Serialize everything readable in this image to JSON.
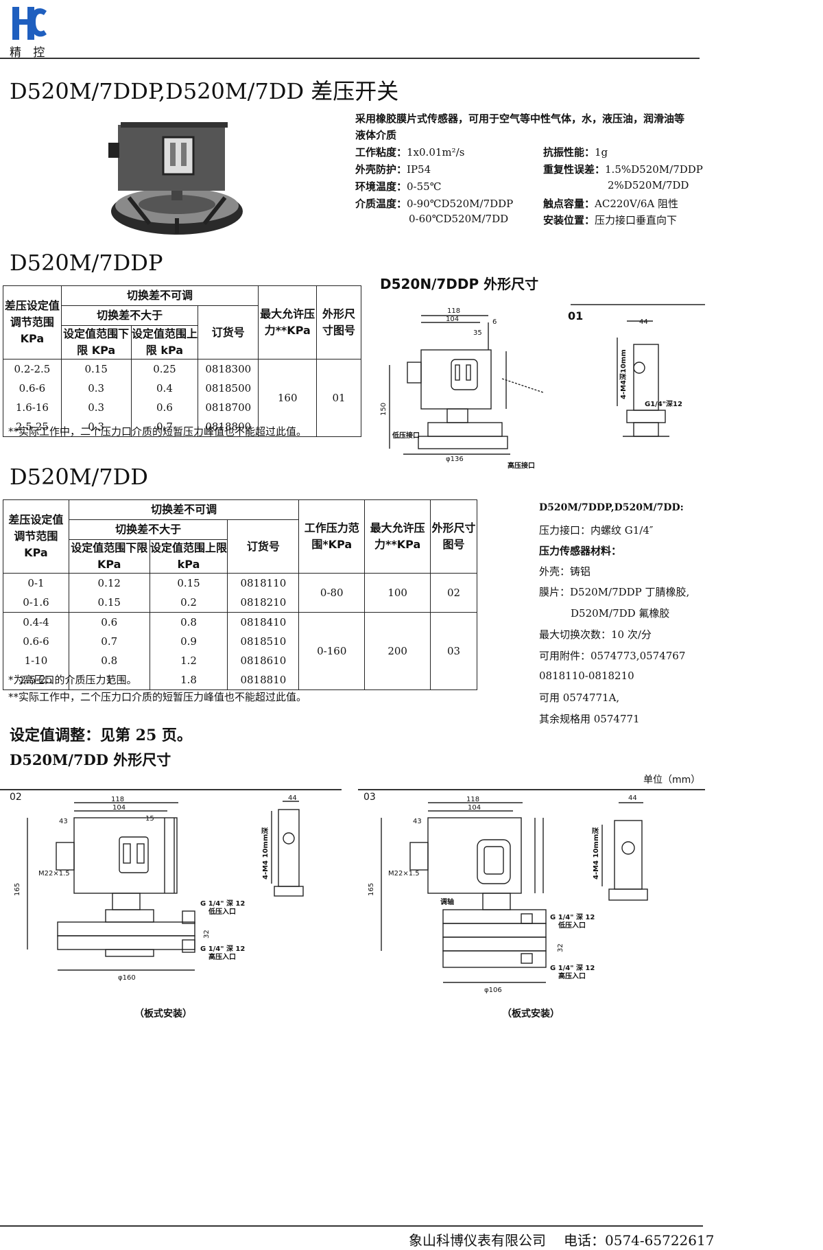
{
  "header": {
    "logo_text": "精 控",
    "title": "D520M/7DDP,D520M/7DD 差压开关"
  },
  "intro": {
    "line1": "采用橡胶膜片式传感器，可用于空气等中性气体，水，液压油，润滑油等",
    "line2": "液体介质",
    "specs": [
      {
        "label": "工作粘度：",
        "value": "1x0.01m²/s"
      },
      {
        "label": "外壳防护：",
        "value": "IP54"
      },
      {
        "label": "环境温度：",
        "value": "0-55℃"
      },
      {
        "label": "介质温度：",
        "value": "0-90℃D520M/7DDP"
      },
      {
        "label": "",
        "value": "0-60℃D520M/7DD"
      }
    ],
    "specs_right": [
      {
        "label": "抗振性能：",
        "value": "1g"
      },
      {
        "label": "重复性误差：",
        "value": "1.5%D520M/7DDP"
      },
      {
        "label": "",
        "value": "2%D520M/7DD"
      },
      {
        "label": "触点容量：",
        "value": "AC220V/6A 阻性"
      },
      {
        "label": "安装位置：",
        "value": "压力接口垂直向下"
      }
    ]
  },
  "section1": {
    "heading": "D520M/7DDP",
    "drawing_title": "D520N/7DDP 外形尺寸",
    "headers": {
      "range": "差压设定值调节范围 KPa",
      "switch_group": "切换差不可调",
      "switch_max": "切换差不大于",
      "lower": "设定值范围下限 KPa",
      "upper": "设定值范围上限 kPa",
      "order": "订货号",
      "max_pressure": "最大允许压力**KPa",
      "drawing": "外形尺寸图号"
    },
    "rows": [
      {
        "range": "0.2-2.5",
        "lower": "0.15",
        "upper": "0.25",
        "order": "0818300"
      },
      {
        "range": "0.6-6",
        "lower": "0.3",
        "upper": "0.4",
        "order": "0818500"
      },
      {
        "range": "1.6-16",
        "lower": "0.3",
        "upper": "0.6",
        "order": "0818700"
      },
      {
        "range": "2.5-25",
        "lower": "0.3",
        "upper": "0.7",
        "order": "0818800"
      }
    ],
    "max_pressure": "160",
    "drawing_no": "01",
    "note": "**实际工作中，二个压力口介质的短暂压力峰值也不能超过此值。",
    "dims": {
      "d118": "118",
      "d104": "104",
      "d6": "6",
      "d35": "35",
      "d44": "44",
      "d150": "150",
      "d136": "φ136",
      "g14": "G1/4\"深12",
      "low": "低压接口",
      "high": "高压接口",
      "code": "01",
      "m4": "4-M4深10mm"
    }
  },
  "section2": {
    "heading": "D520M/7DD",
    "headers": {
      "range": "差压设定值调节范围 KPa",
      "switch_group": "切换差不可调",
      "switch_max": "切换差不大于",
      "lower": "设定值范围下限 KPa",
      "upper": "设定值范围上限 kPa",
      "order": "订货号",
      "work": "工作压力范围*KPa",
      "max_pressure": "最大允许压力**KPa",
      "drawing": "外形尺寸图号"
    },
    "group1": {
      "rows": [
        {
          "range": "0-1",
          "lower": "0.12",
          "upper": "0.15",
          "order": "0818110"
        },
        {
          "range": "0-1.6",
          "lower": "0.15",
          "upper": "0.2",
          "order": "0818210"
        }
      ],
      "work": "0-80",
      "max": "100",
      "drawing": "02"
    },
    "group2": {
      "rows": [
        {
          "range": "0.4-4",
          "lower": "0.6",
          "upper": "0.8",
          "order": "0818410"
        },
        {
          "range": "0.6-6",
          "lower": "0.7",
          "upper": "0.9",
          "order": "0818510"
        },
        {
          "range": "1-10",
          "lower": "0.8",
          "upper": "1.2",
          "order": "0818610"
        },
        {
          "range": "2.5-25",
          "lower": "1",
          "upper": "1.8",
          "order": "0818810"
        }
      ],
      "work": "0-160",
      "max": "200",
      "drawing": "03"
    },
    "note1": "*为高压口的介质压力范围。",
    "note2": "**实际工作中，二个压力口介质的短暂压力峰值也不能超过此值。"
  },
  "side_info": {
    "lines": [
      "D520M/7DDP,D520M/7DD:",
      "压力接口：内螺纹 G1/4″",
      "压力传感器材料：",
      "外壳：铸铝",
      "膜片：D520M/7DDP 丁腈橡胶,",
      "D520M/7DD 氟橡胶",
      "最大切换次数：10 次/分",
      "可用附件：0574773,0574767",
      "0818110-0818210",
      "可用 0574771A,",
      "其余规格用 0574771"
    ]
  },
  "adjust": {
    "text": "设定值调整：见第 25 页。",
    "dims_title": "D520M/7DD 外形尺寸",
    "unit": "单位（mm）"
  },
  "drawings": {
    "d02": {
      "code": "02",
      "caption": "（板式安装）",
      "d118": "118",
      "d104": "104",
      "d43": "43",
      "d15": "15",
      "d44": "44",
      "m22": "M22×1.5",
      "d165": "165",
      "d160": "φ160",
      "g_low": "G 1/4\" 深 12",
      "low": "低压入口",
      "g_high": "G 1/4\" 深 12",
      "high": "高压入口",
      "m4": "4-M4 10mm深",
      "d32": "32"
    },
    "d03": {
      "code": "03",
      "caption": "（板式安装）",
      "d118": "118",
      "d104": "104",
      "d43": "43",
      "d44": "44",
      "m22": "M22×1.5",
      "d165": "165",
      "d106": "φ106",
      "g_low": "G 1/4\" 深 12",
      "low": "低压入口",
      "g_high": "G 1/4\" 深 12",
      "high": "高压入口",
      "m4": "4-M4 10mm深",
      "d32": "32",
      "knob": "调轴"
    }
  },
  "footer": {
    "company": "象山科博仪表有限公司",
    "phone": "电话：0574-65722617"
  }
}
